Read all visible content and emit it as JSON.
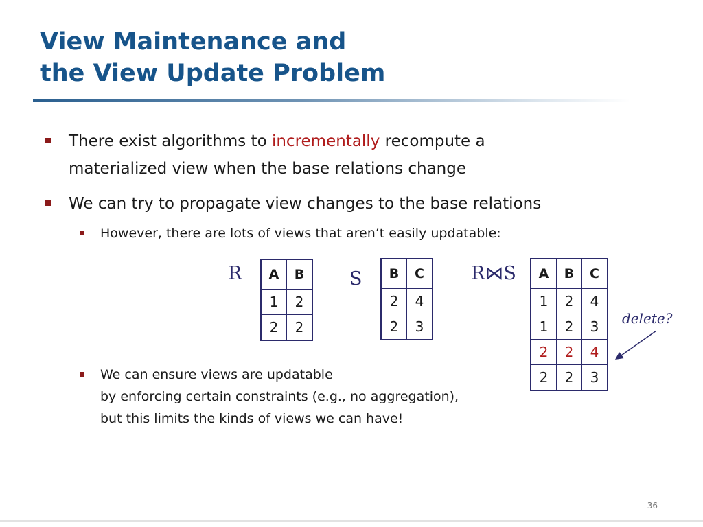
{
  "title": {
    "line1": "View Maintenance and",
    "line2": "the View Update Problem"
  },
  "bullets": [
    {
      "before": "There exist algorithms to ",
      "highlight": "incrementally",
      "after": " recompute a",
      "line2": "materialized view when the base relations change"
    },
    {
      "text": "We can try to propagate view changes to the base relations"
    }
  ],
  "subbullets": [
    {
      "text": "However, there are lots of views that aren’t easily updatable:"
    },
    {
      "line1": "We can ensure views are updatable",
      "line2": "by enforcing certain constraints (e.g., no aggregation),",
      "line3": "but this limits the kinds of views we can have!"
    }
  ],
  "relations": {
    "r": {
      "label": "R",
      "headers": [
        "A",
        "B"
      ],
      "rows": [
        [
          "1",
          "2"
        ],
        [
          "2",
          "2"
        ]
      ]
    },
    "s": {
      "label": "S",
      "headers": [
        "B",
        "C"
      ],
      "rows": [
        [
          "2",
          "4"
        ],
        [
          "2",
          "3"
        ]
      ]
    },
    "join": {
      "label": "R⋈S",
      "headers": [
        "A",
        "B",
        "C"
      ],
      "rows": [
        [
          "1",
          "2",
          "4"
        ],
        [
          "1",
          "2",
          "3"
        ],
        [
          "2",
          "2",
          "4"
        ],
        [
          "2",
          "2",
          "3"
        ]
      ],
      "highlighted_row": 2
    }
  },
  "annotation": "delete?",
  "page_number": "36",
  "colors": {
    "title": "#17548a",
    "highlight": "#b01c1c",
    "bullet_mark": "#8b1a1a",
    "table_border": "#2b2a6b"
  }
}
